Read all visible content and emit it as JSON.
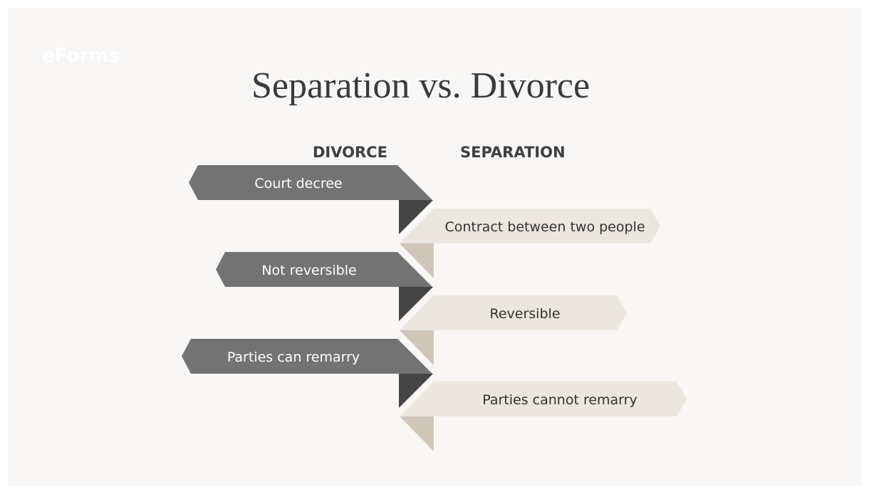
{
  "logo": "eForms",
  "title": "Separation vs. Divorce",
  "columns": {
    "divorce": "DIVORCE",
    "separation": "SEPARATION"
  },
  "rows": [
    {
      "divorce": "Court decree",
      "separation": "Contract between two people"
    },
    {
      "divorce": "Not reversible",
      "separation": "Reversible"
    },
    {
      "divorce": "Parties can remarry",
      "separation": "Parties cannot remarry"
    }
  ],
  "colors": {
    "background": "#f9f7f5",
    "divorce_ribbon": "#737373",
    "divorce_fold": "#444444",
    "separation_ribbon": "#ebe6df",
    "separation_fold": "#cfc6b8"
  }
}
